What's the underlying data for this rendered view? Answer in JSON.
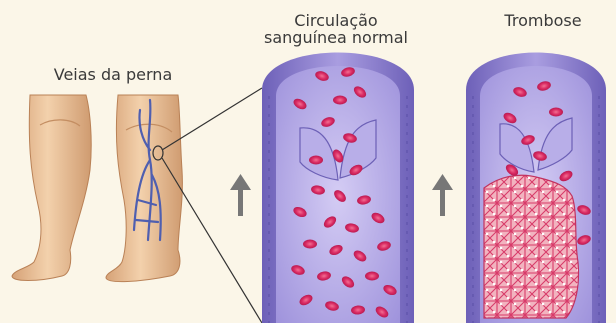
{
  "labels": {
    "legs_title": "Veias da perna",
    "normal_line1": "Circulação",
    "normal_line2": "sanguínea normal",
    "thrombosis": "Trombose"
  },
  "colors": {
    "background": "#fbf6e8",
    "vessel_wall": "#8d82cf",
    "vessel_inner": "#bdb3ec",
    "blood_cell": "#d92a63",
    "clot": "#ea9aa8",
    "skin": "#e9c29a",
    "vein": "#4f5fb0",
    "arrow": "#777777"
  },
  "icons": [
    "upward-flow-arrow-icon",
    "upward-flow-arrow-icon"
  ]
}
